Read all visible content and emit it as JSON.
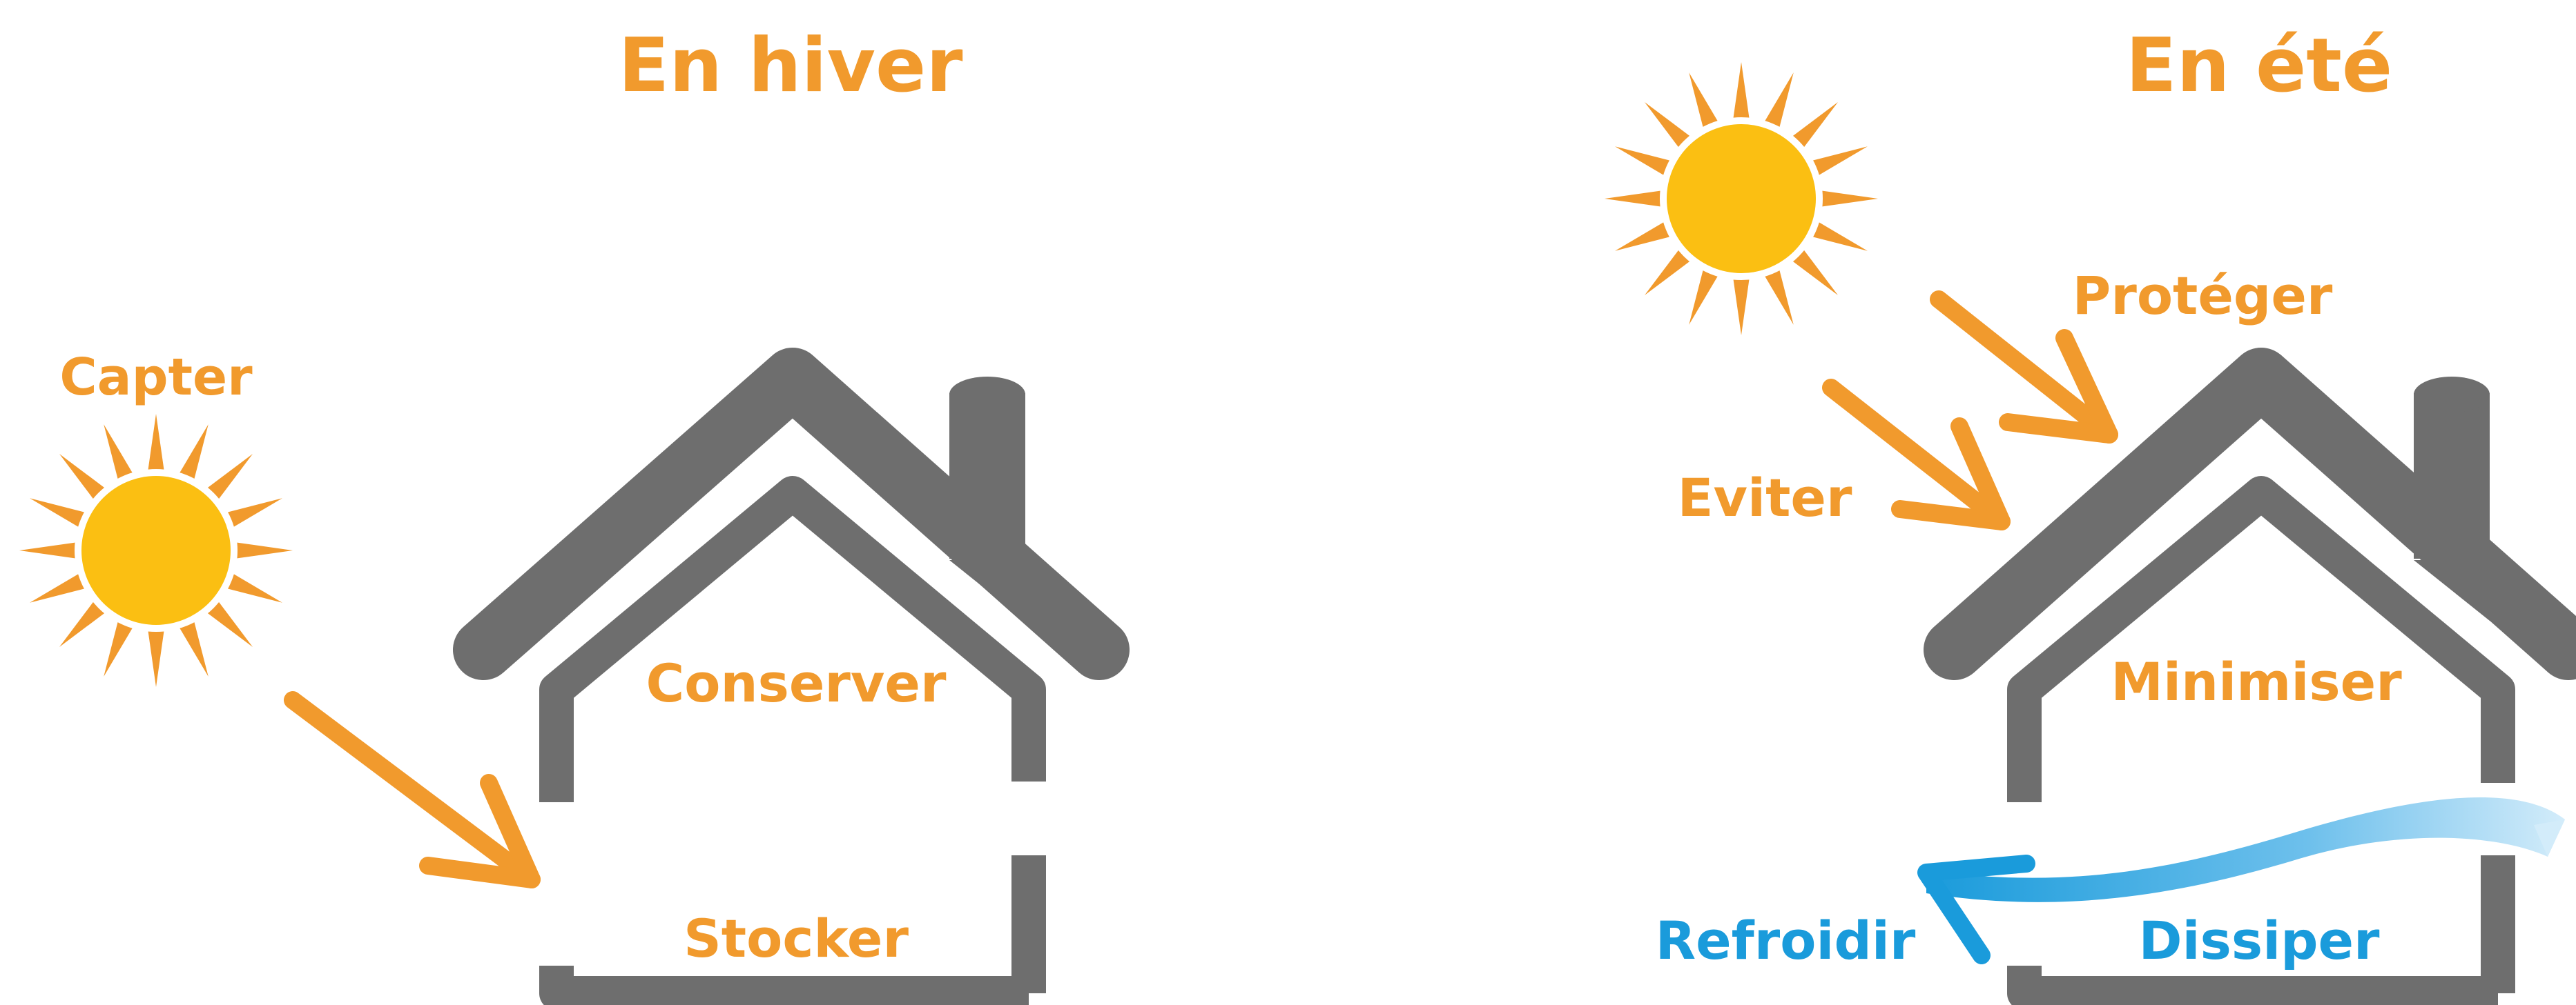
{
  "colors": {
    "orange": "#F19A2D",
    "sun_core": "#FBBF12",
    "house_gray": "#6E6E6E",
    "blue": "#1A9BDB",
    "light_blue": "#BDE3F7"
  },
  "panels": {
    "winter": {
      "title": "En hiver",
      "labels": {
        "capter": "Capter",
        "conserver": "Conserver",
        "stocker": "Stocker"
      }
    },
    "summer": {
      "title": "En été",
      "labels": {
        "proteger": "Protéger",
        "eviter": "Eviter",
        "minimiser": "Minimiser",
        "refroidir": "Refroidir",
        "dissiper": "Dissiper"
      }
    }
  },
  "icons": [
    "sun-icon",
    "house-icon",
    "arrow-icon",
    "airflow-icon"
  ]
}
